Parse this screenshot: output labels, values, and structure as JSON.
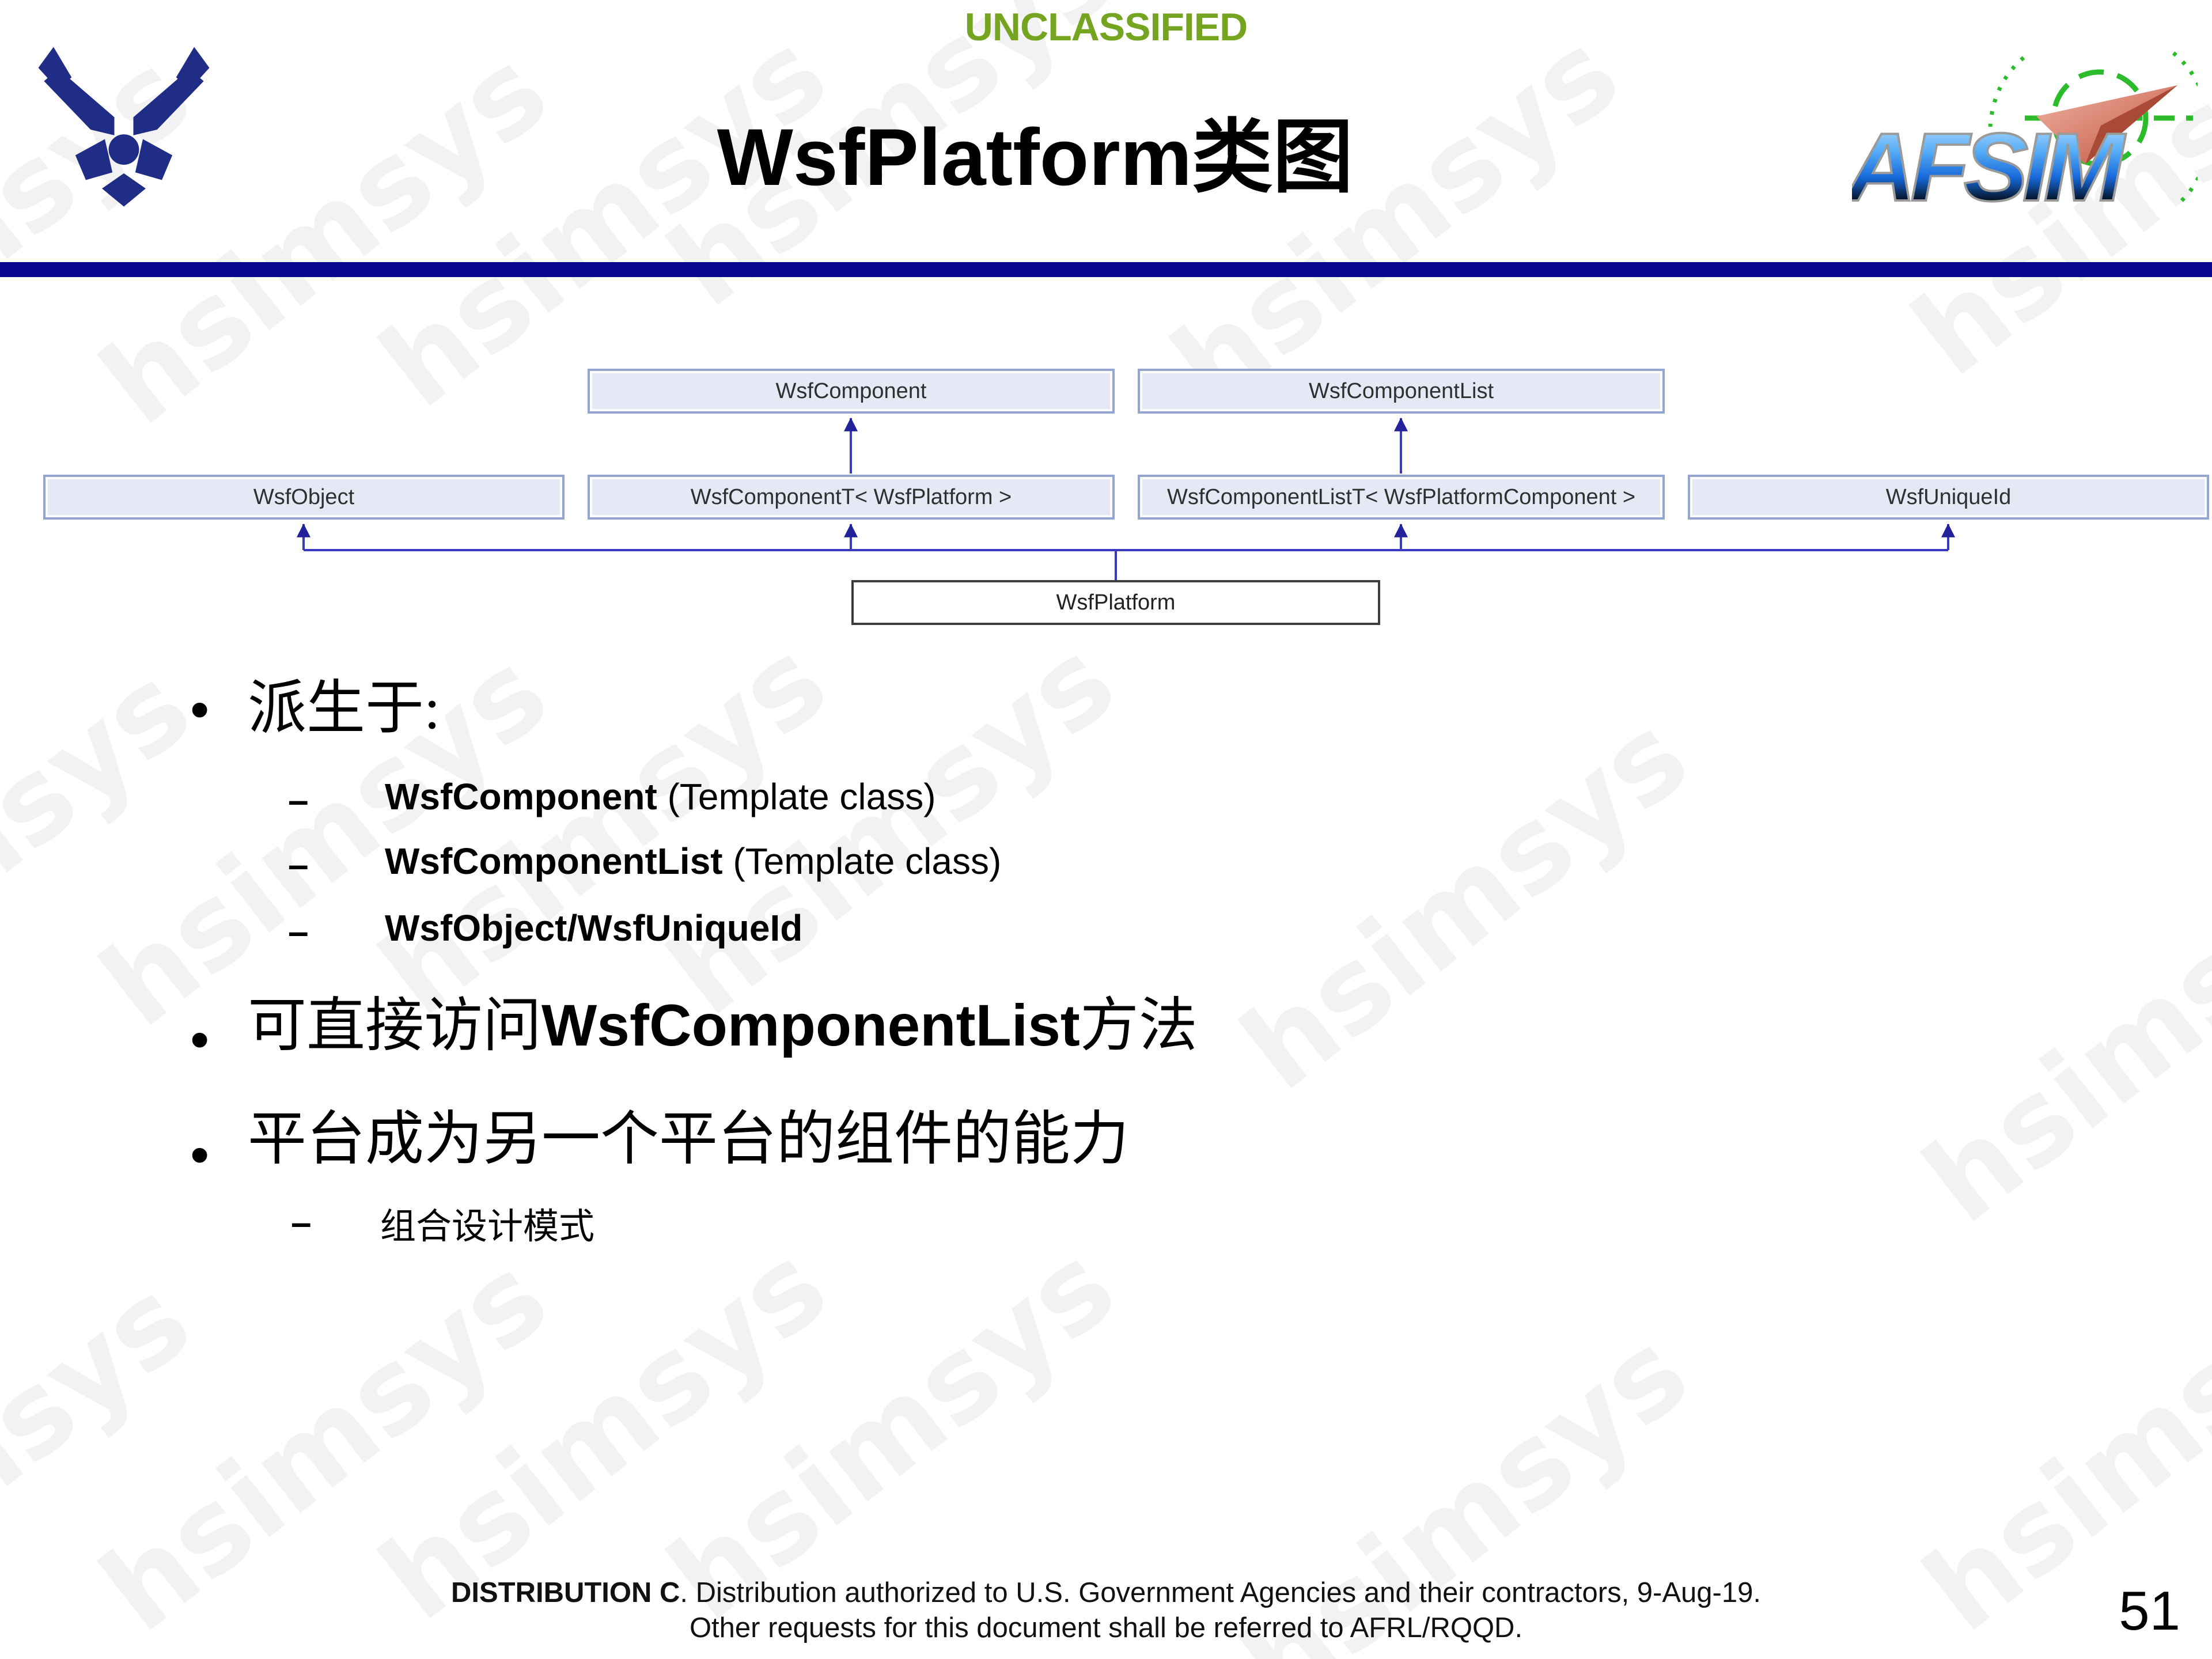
{
  "classification": "UNCLASSIFIED",
  "title": "WsfPlatform类图",
  "page_number": "51",
  "watermark_text": "hsimsys",
  "glyphs": {
    "bullet": "•",
    "dash": "–"
  },
  "colors": {
    "classification_green": "#75A421",
    "separator_navy": "#07078E",
    "diagram_box_fill": "#E4E9F5",
    "diagram_box_border": "#94A5D0",
    "connector_blue": "#3A3ABF",
    "usaf_logo_navy": "#1F2D87",
    "reticle_green": "#2BBB2B"
  },
  "logos": {
    "left": "us-air-force-wings-symbol",
    "afsim_text": "AFSIM"
  },
  "diagram": {
    "boxes": {
      "wsf_component": "WsfComponent",
      "wsf_component_list": "WsfComponentList",
      "wsf_object": "WsfObject",
      "wsf_component_t": "WsfComponentT< WsfPlatform >",
      "wsf_component_list_t": "WsfComponentListT< WsfPlatformComponent >",
      "wsf_unique_id": "WsfUniqueId",
      "wsf_platform": "WsfPlatform"
    }
  },
  "bullets": {
    "derived": {
      "label": "派生于:",
      "items": [
        {
          "bold": "WsfComponent",
          "rest": " (Template class)"
        },
        {
          "bold": "WsfComponentList",
          "rest": " (Template class)"
        },
        {
          "bold": "WsfObject/WsfUniqueId",
          "rest": ""
        }
      ]
    },
    "access": {
      "pre": "可直接访问",
      "bold": "WsfComponentList",
      "post": "方法"
    },
    "platform_component": {
      "label": "平台成为另一个平台的组件的能力",
      "sub": "组合设计模式"
    }
  },
  "footer": {
    "line1_bold": "DISTRIBUTION C",
    "line1_rest": ". Distribution authorized to U.S. Government Agencies and their contractors, 9-Aug-19.",
    "line2": "Other requests for this document shall be referred to AFRL/RQQD."
  }
}
